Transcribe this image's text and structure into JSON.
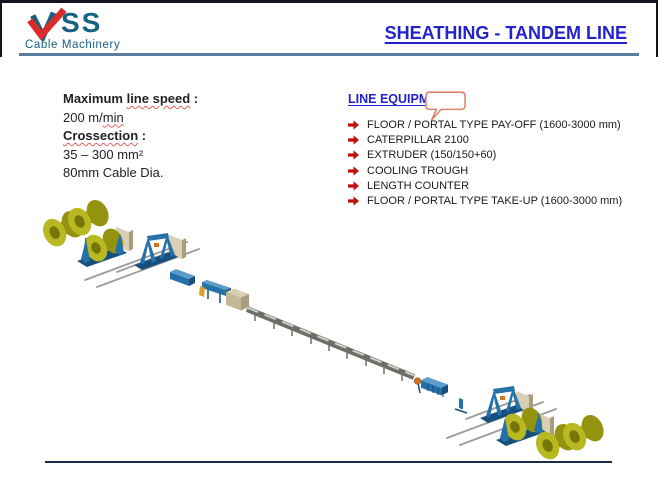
{
  "header": {
    "title": "SHEATHING - TANDEM LINE"
  },
  "logo": {
    "ss": "SS",
    "subtitle": "Cable Machinery"
  },
  "specs": {
    "l1": {
      "pre": "Maximum ",
      "sq": "line speed",
      "post": " :"
    },
    "l2": {
      "pre": "200 m/",
      "sq": "min"
    },
    "l3": {
      "sq": "Crossection",
      "post": " :"
    },
    "l4": "35 – 300 mm²",
    "l5": "80mm Cable Dia."
  },
  "equipment": {
    "heading": "LINE EQUIPMENTS",
    "items": [
      "FLOOR / PORTAL TYPE PAY-OFF (1600-3000 mm)",
      "CATERPILLAR 2100",
      "EXTRUDER (150/150+60)",
      "COOLING TROUGH",
      "LENGTH COUNTER",
      "FLOOR / PORTAL TYPE TAKE-UP (1600-3000 mm)"
    ]
  },
  "colors": {
    "title_blue": "#2323cb",
    "logo_teal": "#176181",
    "logo_red": "#da2a2a",
    "divider_steel": "#5c7d9f",
    "footer_navy": "#1c2b4c",
    "bullet_red": "#bf1010",
    "squiggle_red": "#e25f5f",
    "callout_red": "#d9826f",
    "machine_blue": "#2571a9",
    "machine_blue_dark": "#164f7d",
    "machine_blue_light": "#5b9cc8",
    "reel_olive": "#b9b821",
    "reel_olive_dark": "#94930f",
    "reel_olive_deep": "#767608",
    "panel_tan": "#d8cfb4",
    "panel_tan_dark": "#c4b996",
    "panel_tan_side": "#a89d7e",
    "rail_gray": "#9b9b9b",
    "trough_gray": "#6e6e68",
    "accent_orange": "#d0761e",
    "extruder_yellow": "#dca12a"
  }
}
